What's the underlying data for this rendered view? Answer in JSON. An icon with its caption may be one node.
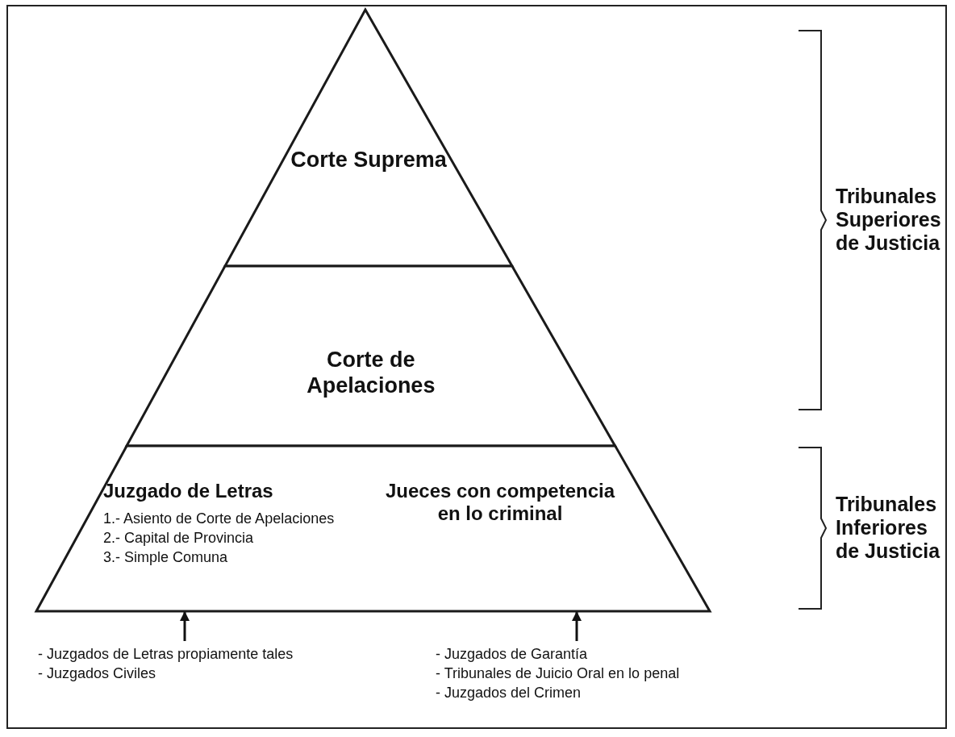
{
  "diagram": {
    "nodes": [
      {
        "text": [
          "Corte Suprema"
        ]
      },
      {
        "text": [
          "Corte de Apelaciones"
        ]
      },
      {
        "text": [],
        "shape": "trapezoid"
      },
      {
        "text": [
          "Juzgado de Letras",
          "1.- Asiento de Corte de Apelaciones",
          "2.- Capital de Provincia",
          "3.- Simple Comuna"
        ],
        "in": 2
      },
      {
        "text": [
          "Jueces con competencia en lo criminal"
        ],
        "in": 2
      },
      {
        "text": [
          "- Juzgados de Letras propiamente tales",
          "- Juzgados Civiles"
        ]
      },
      {
        "text": [
          "- Juzgados de Garantía",
          "- Tribunales de Juicio Oral en lo penal",
          "- Juzgados del Crimen"
        ]
      }
    ],
    "edges": [
      {
        "from": 5,
        "to": 2,
        "arrow": "to"
      },
      {
        "from": 6,
        "to": 2,
        "arrow": "to"
      }
    ],
    "labels": [
      "Tribunales Superiores de Justicia",
      "Tribunales Inferiores de Justicia"
    ]
  }
}
